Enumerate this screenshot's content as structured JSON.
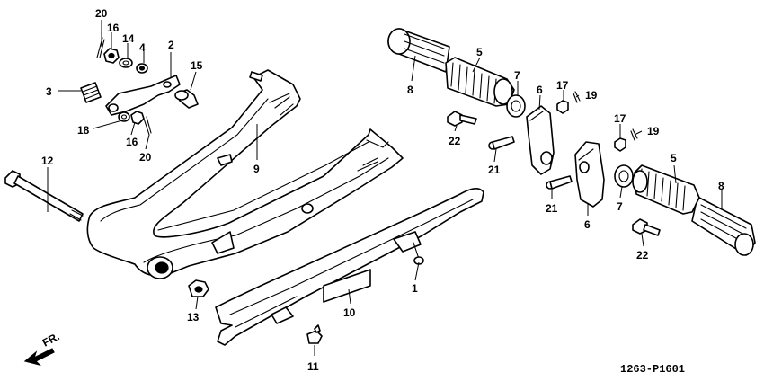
{
  "diagram": {
    "callouts": [
      "20",
      "16",
      "14",
      "4",
      "2",
      "15",
      "3",
      "18",
      "16",
      "20",
      "12",
      "9",
      "13",
      "1",
      "10",
      "11",
      "8",
      "5",
      "7",
      "6",
      "17",
      "19",
      "22",
      "21",
      "17",
      "19",
      "5",
      "8",
      "7",
      "6",
      "21",
      "22"
    ],
    "front_indicator": "FR.",
    "drawing_code": "1263-P1601"
  }
}
